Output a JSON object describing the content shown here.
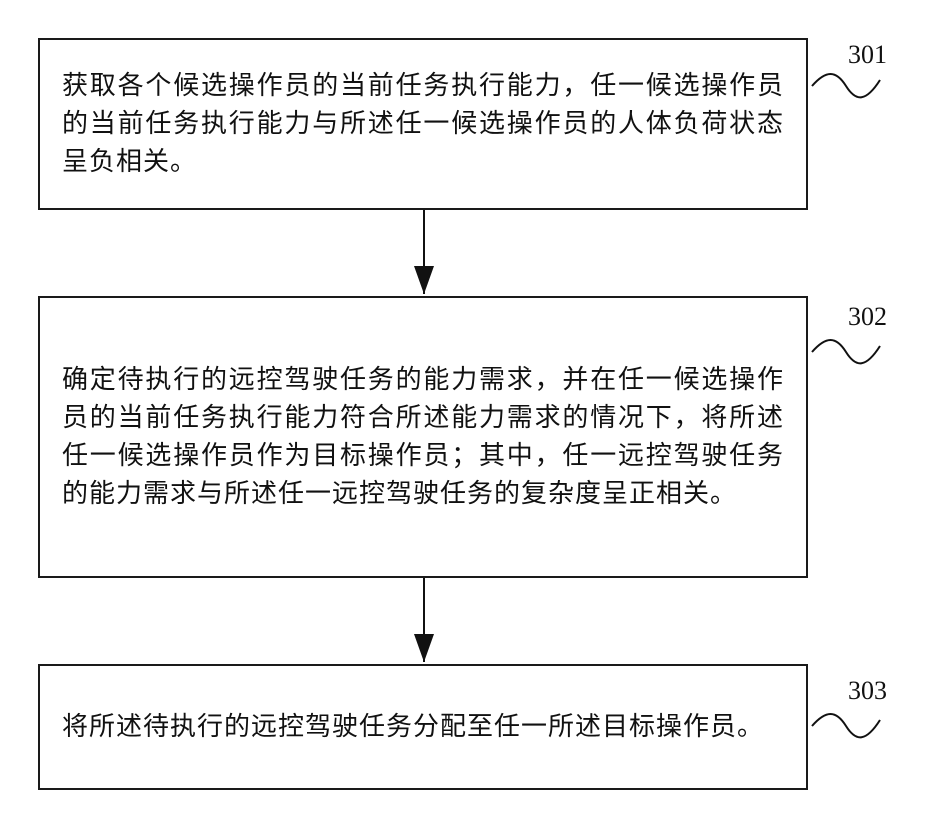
{
  "steps": [
    {
      "id": "301",
      "text": "获取各个候选操作员的当前任务执行能力，任一候选操作员的当前任务执行能力与所述任一候选操作员的人体负荷状态呈负相关。"
    },
    {
      "id": "302",
      "text": "确定待执行的远控驾驶任务的能力需求，并在任一候选操作员的当前任务执行能力符合所述能力需求的情况下，将所述任一候选操作员作为目标操作员；其中，任一远控驾驶任务的能力需求与所述任一远控驾驶任务的复杂度呈正相关。"
    },
    {
      "id": "303",
      "text": "将所述待执行的远控驾驶任务分配至任一所述目标操作员。"
    }
  ]
}
